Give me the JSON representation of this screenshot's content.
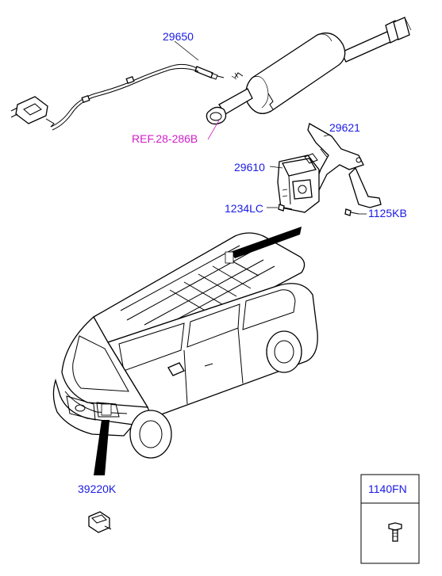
{
  "parts": {
    "sensor_29650": "29650",
    "ref_28_286b": "REF.28-286B",
    "bracket_29621": "29621",
    "ecu_29610": "29610",
    "bolt_1234lc": "1234LC",
    "bolt_1125kb": "1125KB",
    "sensor_39220k": "39220K",
    "bolt_1140fn": "1140FN"
  },
  "colors": {
    "part_label": "#1a1ae6",
    "ref_label": "#d020c8",
    "line": "#000000"
  }
}
